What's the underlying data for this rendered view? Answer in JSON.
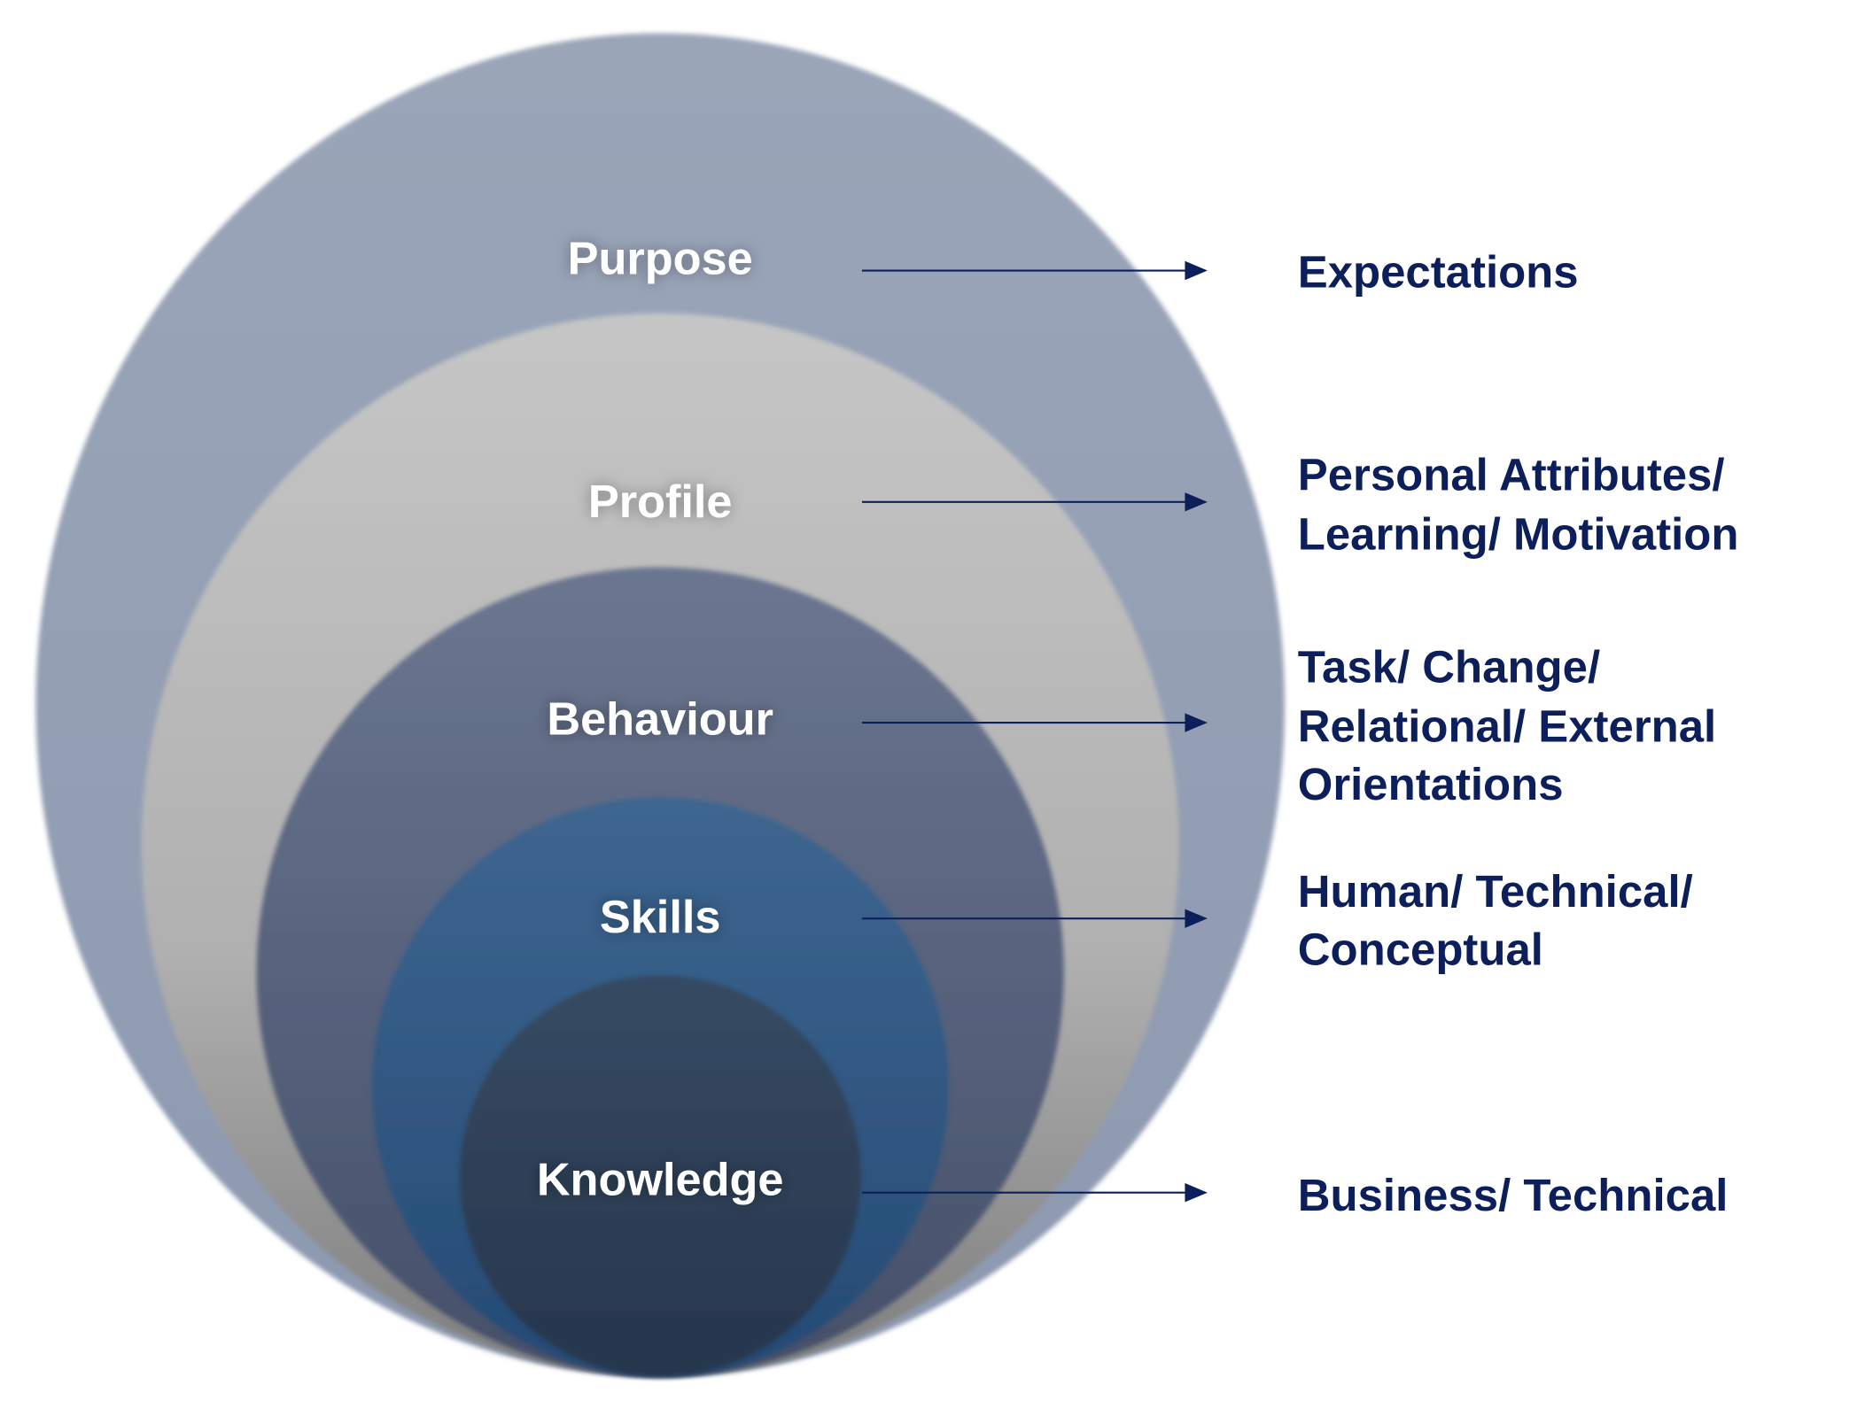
{
  "colors": {
    "arrow": "#0c1f5b",
    "text": "#0c1f5b"
  },
  "layers": [
    {
      "label": "Purpose",
      "description": [
        "Expectations"
      ]
    },
    {
      "label": "Profile",
      "description": [
        "Personal Attributes/",
        "Learning/ Motivation"
      ]
    },
    {
      "label": "Behaviour",
      "description": [
        "Task/ Change/",
        "Relational/ External",
        "Orientations"
      ]
    },
    {
      "label": "Skills",
      "description": [
        "Human/ Technical/",
        "Conceptual"
      ]
    },
    {
      "label": "Knowledge",
      "description": [
        "Business/ Technical"
      ]
    }
  ]
}
